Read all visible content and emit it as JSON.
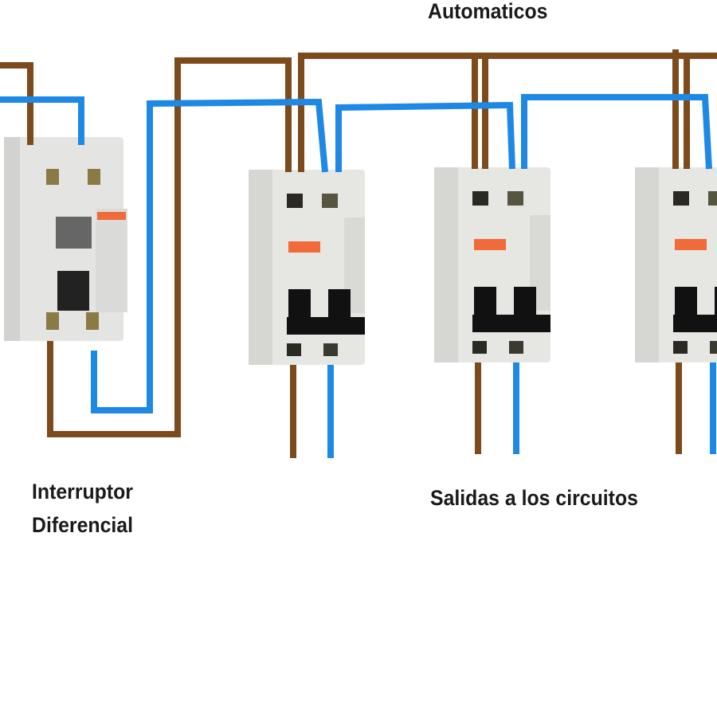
{
  "labels": {
    "breakers": "Automaticos",
    "rcd": [
      "Interruptor",
      "Diferencial"
    ],
    "outputs": "Salidas a los circuitos"
  },
  "colors": {
    "phase_wire": "#7d4a1c",
    "neutral_wire": "#1e88e5",
    "device_body": "#e8e8e6",
    "toggle": "#111111",
    "indicator": "#f06a3a"
  }
}
